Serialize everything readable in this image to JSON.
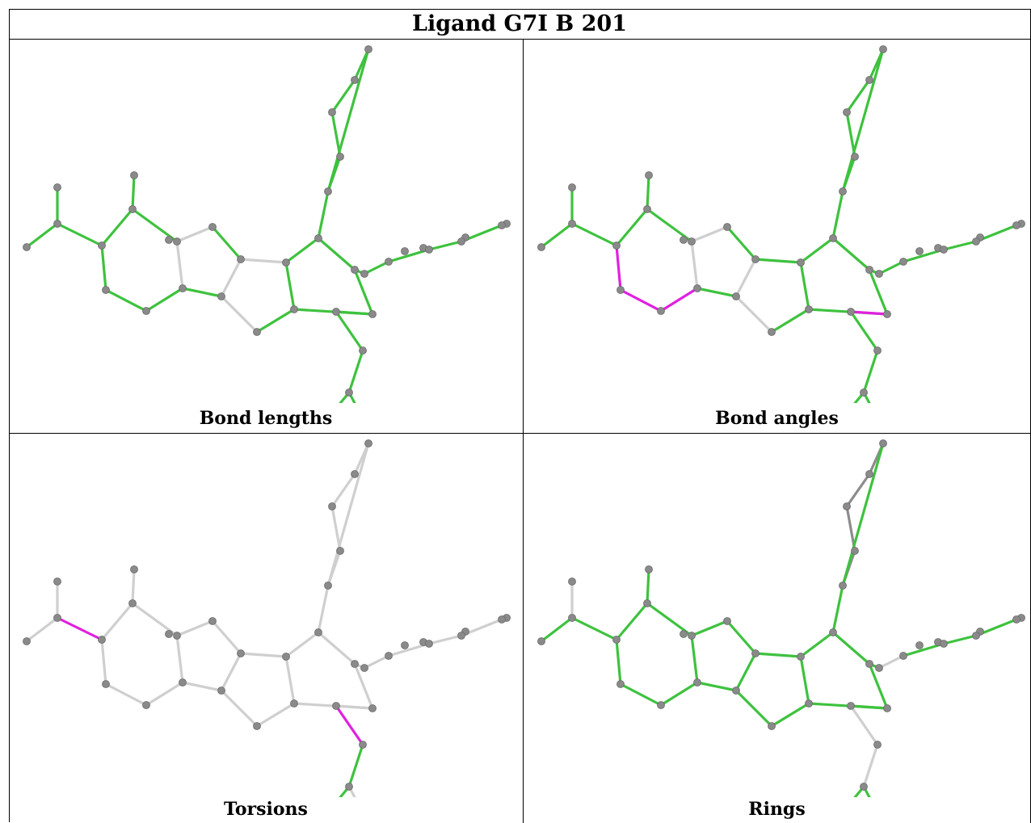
{
  "title": "Ligand G7I B 201",
  "colors": {
    "ok": "#3ec23e",
    "outlier": "#e020e0",
    "unassessed": "#cfcfcf",
    "atom": "#8a8a8a",
    "border": "#000000"
  },
  "panels": [
    {
      "caption": "Bond lengths",
      "magenta": [],
      "gray": [
        [
          5,
          6
        ],
        [
          6,
          7
        ],
        [
          8,
          9
        ],
        [
          9,
          10
        ],
        [
          2,
          29
        ],
        [
          8,
          12
        ]
      ]
    },
    {
      "caption": "Bond angles",
      "magenta": [
        [
          2,
          3
        ],
        [
          3,
          4
        ],
        [
          4,
          5
        ],
        [
          15,
          16
        ]
      ],
      "gray": [
        [
          5,
          6
        ],
        [
          6,
          7
        ],
        [
          8,
          9
        ],
        [
          9,
          10
        ]
      ]
    },
    {
      "caption": "Torsions",
      "magenta": [
        [
          1,
          2
        ],
        [
          16,
          17
        ]
      ],
      "gray": [],
      "green_only": [
        [
          13,
          20
        ],
        [
          17,
          18
        ],
        [
          18,
          19
        ]
      ]
    },
    {
      "caption": "Rings",
      "magenta": [],
      "gray": [
        [
          0,
          1
        ],
        [
          0,
          26
        ],
        [
          0,
          27
        ],
        [
          1,
          28
        ],
        [
          1,
          29
        ],
        [
          13,
          20
        ],
        [
          16,
          17
        ],
        [
          17,
          18
        ],
        [
          14,
          34
        ],
        [
          34,
          35
        ],
        [
          35,
          36
        ],
        [
          36,
          37
        ],
        [
          37,
          38
        ]
      ],
      "gray_dark": [
        [
          20,
          21
        ],
        [
          21,
          22
        ],
        [
          22,
          23
        ],
        [
          23,
          24
        ],
        [
          24,
          25
        ],
        [
          25,
          20
        ],
        [
          14,
          34
        ],
        [
          35,
          36
        ],
        [
          36,
          37
        ],
        [
          37,
          38
        ]
      ]
    }
  ]
}
